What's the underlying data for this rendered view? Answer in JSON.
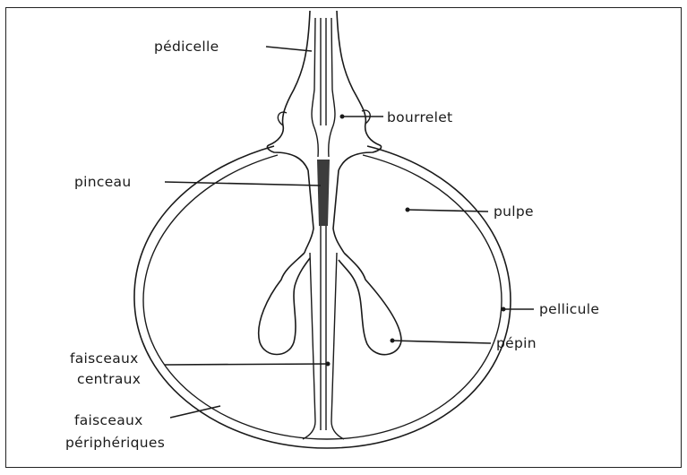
{
  "labels": {
    "pedicelle": "pédicelle",
    "bourrelet": "bourrelet",
    "pinceau": "pinceau",
    "pulpe": "pulpe",
    "pellicule": "pellicule",
    "pepin": "pépin",
    "faisceaux_centraux_1": "faisceaux",
    "faisceaux_centraux_2": "centraux",
    "faisceaux_peripheriques_1": "faisceaux",
    "faisceaux_peripheriques_2": "périphériques"
  },
  "colors": {
    "ink": "#1a1a1a",
    "background": "#ffffff"
  }
}
